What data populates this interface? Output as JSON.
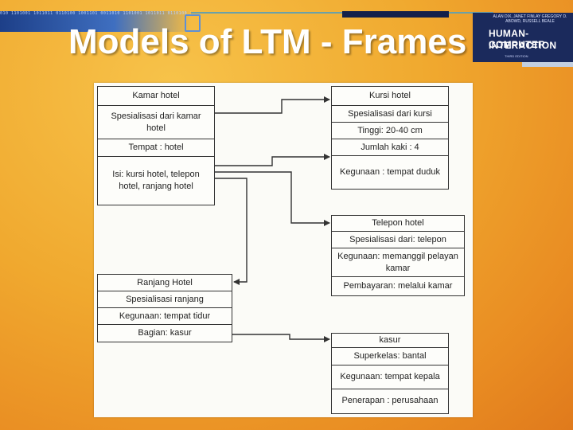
{
  "title": "Models of LTM - Frames",
  "decor": {
    "binary_text": "010 1101001 1011011 0110100 1001101 0011010 1101001 1011011 0110100 1001101 0011010 1101001 1011011 0110100 1001101",
    "book_authors": "ALAN DIX, JANET FINLAY GREGORY D. ABOWD, RUSSELL BEALE",
    "book_title_1": "HUMAN-COMPUTER",
    "book_title_2": "INTERACTION",
    "book_edition": "THIRD EDITION"
  },
  "frames": {
    "kamar_hotel": {
      "slots": [
        "Kamar hotel",
        "Spesialisasi dari kamar hotel",
        "Tempat : hotel",
        "Isi: kursi hotel, telepon hotel, ranjang  hotel"
      ]
    },
    "kursi_hotel": {
      "slots": [
        "Kursi hotel",
        "Spesialisasi dari kursi",
        "Tinggi: 20-40 cm",
        "Jumlah kaki : 4",
        "Kegunaan : tempat duduk"
      ]
    },
    "telepon_hotel": {
      "slots": [
        "Telepon hotel",
        "Spesialisasi dari: telepon",
        "Kegunaan: memanggil pelayan kamar",
        "Pembayaran: melalui kamar"
      ]
    },
    "ranjang_hotel": {
      "slots": [
        "Ranjang Hotel",
        "Spesialisasi ranjang",
        "Kegunaan: tempat tidur",
        "Bagian: kasur"
      ]
    },
    "kasur": {
      "slots": [
        "kasur",
        "Superkelas: bantal",
        "Kegunaan: tempat kepala",
        "Penerapan : perusahaan"
      ]
    }
  }
}
